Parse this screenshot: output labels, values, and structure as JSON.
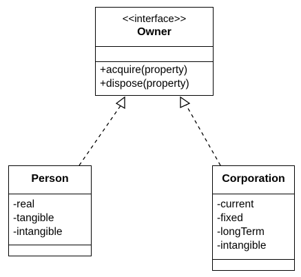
{
  "owner": {
    "stereotype": "<<interface>>",
    "name": "Owner",
    "attributes": [],
    "operations": [
      "+acquire(property)",
      "+dispose(property)"
    ]
  },
  "person": {
    "name": "Person",
    "attributes": [
      "-real",
      "-tangible",
      "-intangible"
    ],
    "operations": []
  },
  "corporation": {
    "name": "Corporation",
    "attributes": [
      "-current",
      "-fixed",
      "-longTerm",
      "-intangible"
    ],
    "operations": []
  },
  "relations": [
    {
      "from": "Person",
      "to": "Owner",
      "type": "realization"
    },
    {
      "from": "Corporation",
      "to": "Owner",
      "type": "realization"
    }
  ]
}
